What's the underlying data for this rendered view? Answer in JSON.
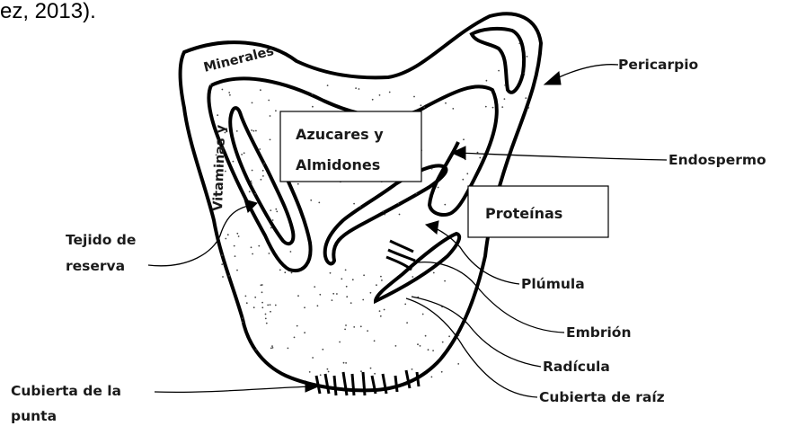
{
  "caption": "ez, 2013).",
  "labels": {
    "pericarpio": "Pericarpio",
    "endospermo": "Endospermo",
    "tejido_line1": "Tejido de",
    "tejido_line2": "reserva",
    "plumula": "Plúmula",
    "embrion": "Embrión",
    "radicula": "Radícula",
    "cubierta_raiz": "Cubierta de raíz",
    "cubierta_punta_line1": "Cubierta de la",
    "cubierta_punta_line2": "punta",
    "minerales": "Minerales",
    "vitaminas": "Vitaminas y"
  },
  "boxes": {
    "azucares_line1": "Azucares y",
    "azucares_line2": "Almidones",
    "proteinas": "Proteínas"
  }
}
